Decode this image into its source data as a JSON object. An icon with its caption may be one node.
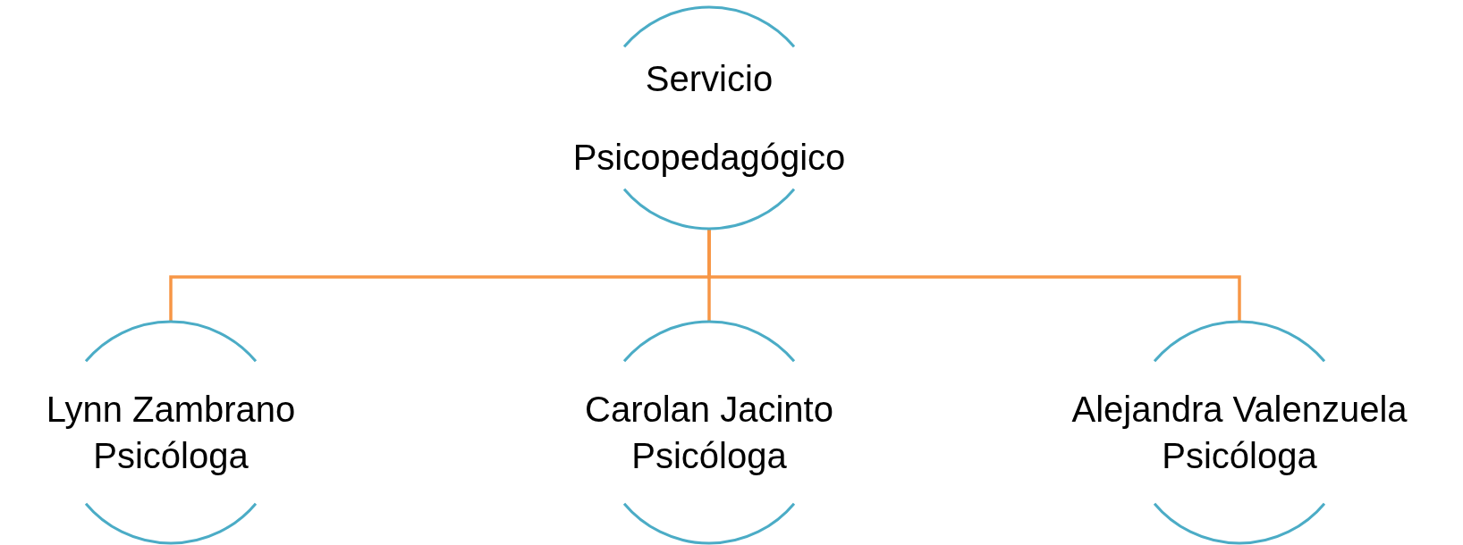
{
  "diagram": {
    "nodes": [
      {
        "text": [
          "Servicio Psicopedagógico"
        ]
      },
      {
        "text": [
          "Lynn Zambrano",
          "Psicóloga"
        ]
      },
      {
        "text": [
          "Carolan Jacinto",
          "Psicóloga"
        ]
      },
      {
        "text": [
          "Alejandra Valenzuela",
          "Psicóloga"
        ]
      }
    ],
    "edges": [
      {
        "from": 0,
        "to": 1,
        "arrow": "none"
      },
      {
        "from": 0,
        "to": 2,
        "arrow": "none"
      },
      {
        "from": 0,
        "to": 3,
        "arrow": "none"
      }
    ]
  }
}
